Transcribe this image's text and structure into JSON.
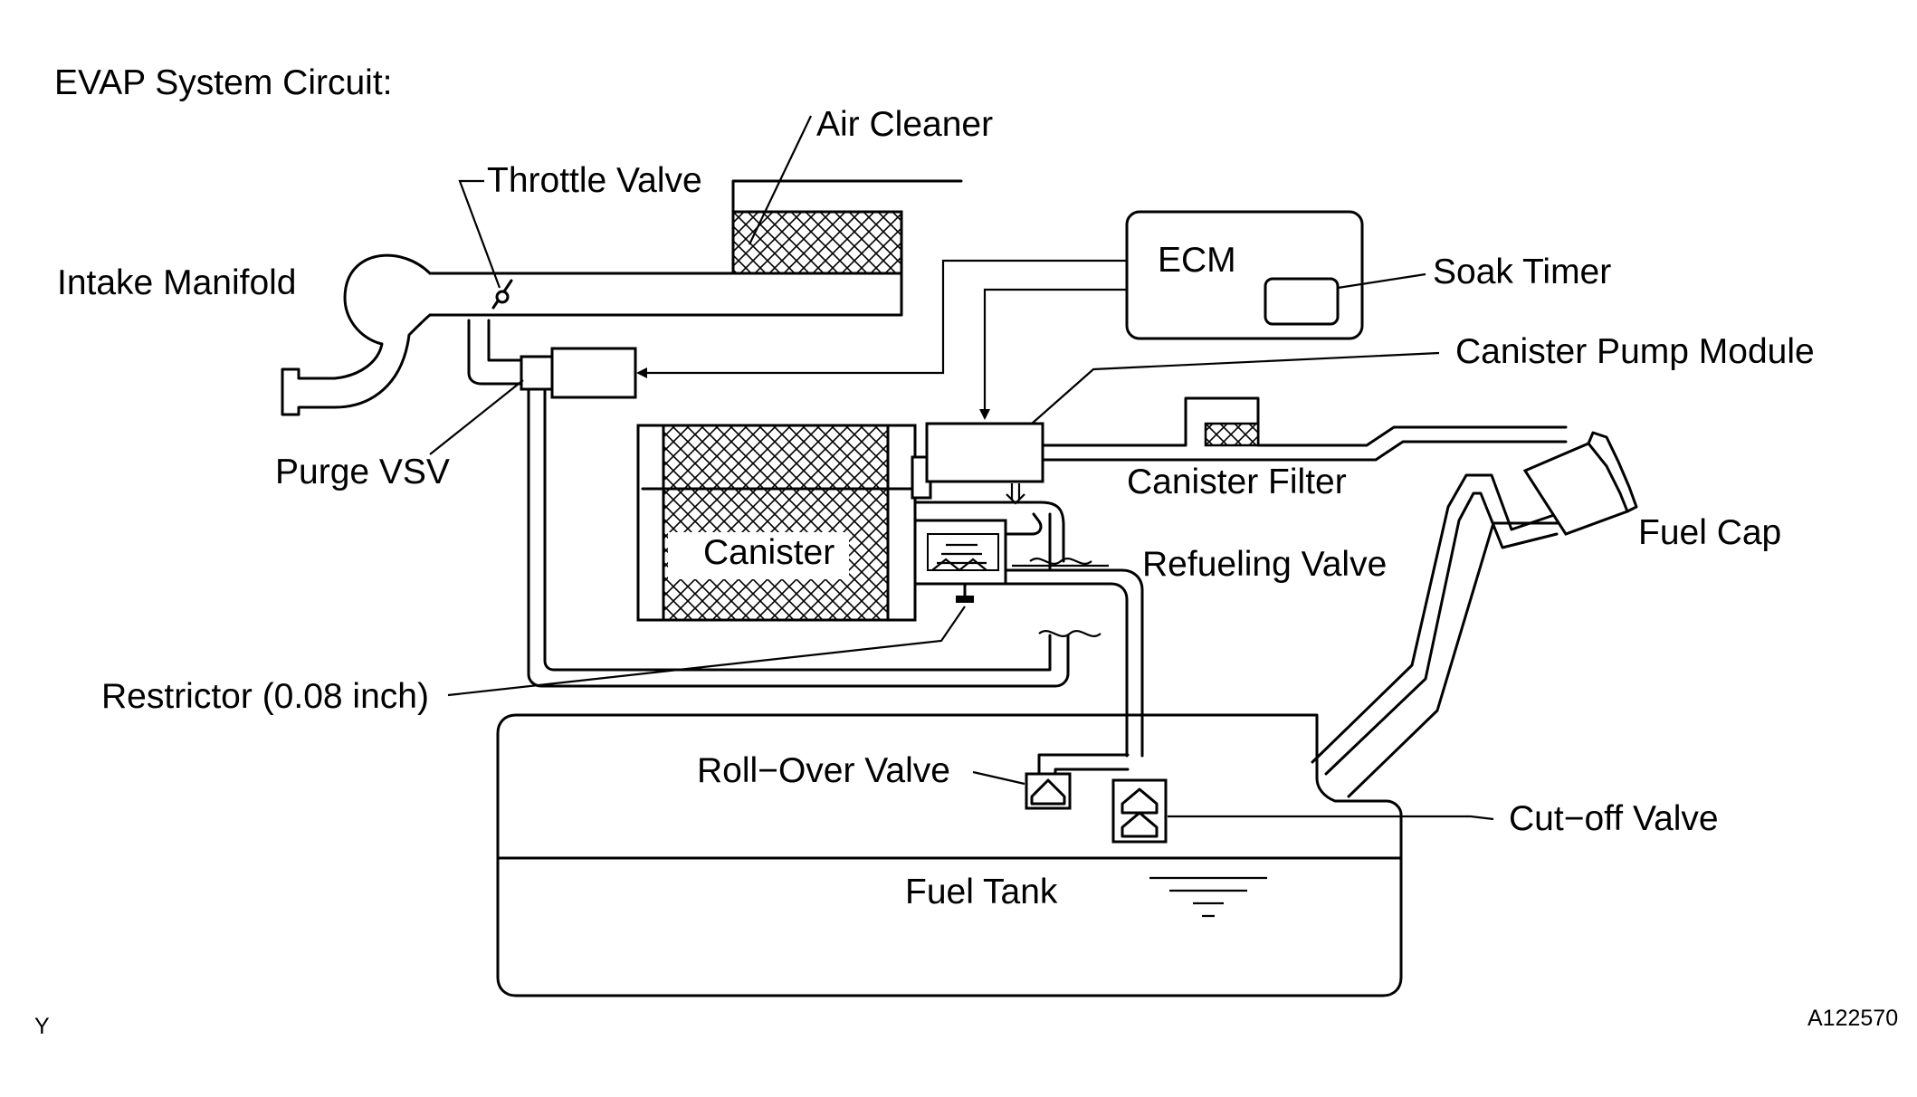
{
  "title": "EVAP System Circuit:",
  "labels": {
    "air_cleaner": "Air Cleaner",
    "throttle_valve": "Throttle Valve",
    "intake_manifold": "Intake Manifold",
    "ecm": "ECM",
    "soak_timer": "Soak Timer",
    "canister_pump_module": "Canister Pump Module",
    "purge_vsv": "Purge VSV",
    "canister_filter": "Canister Filter",
    "fuel_cap": "Fuel Cap",
    "canister": "Canister",
    "refueling_valve": "Refueling Valve",
    "restrictor": "Restrictor (0.08 inch)",
    "roll_over_valve": "Roll−Over Valve",
    "cut_off_valve": "Cut−off Valve",
    "fuel_tank": "Fuel Tank"
  },
  "footer": {
    "left_code": "Y",
    "figure_id": "A122570"
  }
}
